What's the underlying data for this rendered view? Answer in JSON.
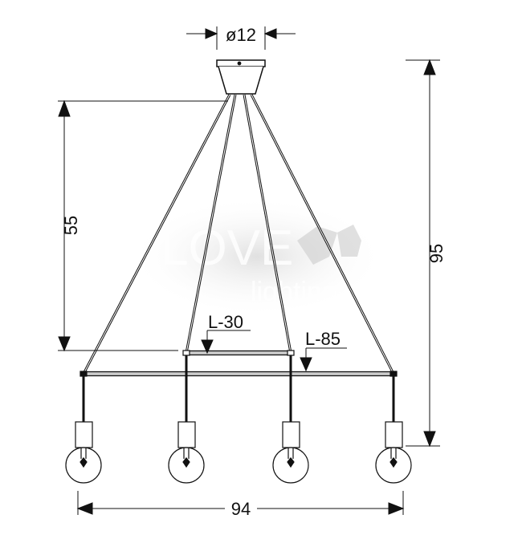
{
  "dimensions": {
    "canopy_diameter": "ø12",
    "rod_height": "55",
    "total_height": "95",
    "total_width": "94",
    "short_bar_length": "L-30",
    "long_bar_length": "L-85"
  },
  "watermark": {
    "line1": "LOVE",
    "line2": "lighting"
  },
  "colors": {
    "line": "#111111",
    "bar_fill": "#cccccc"
  }
}
